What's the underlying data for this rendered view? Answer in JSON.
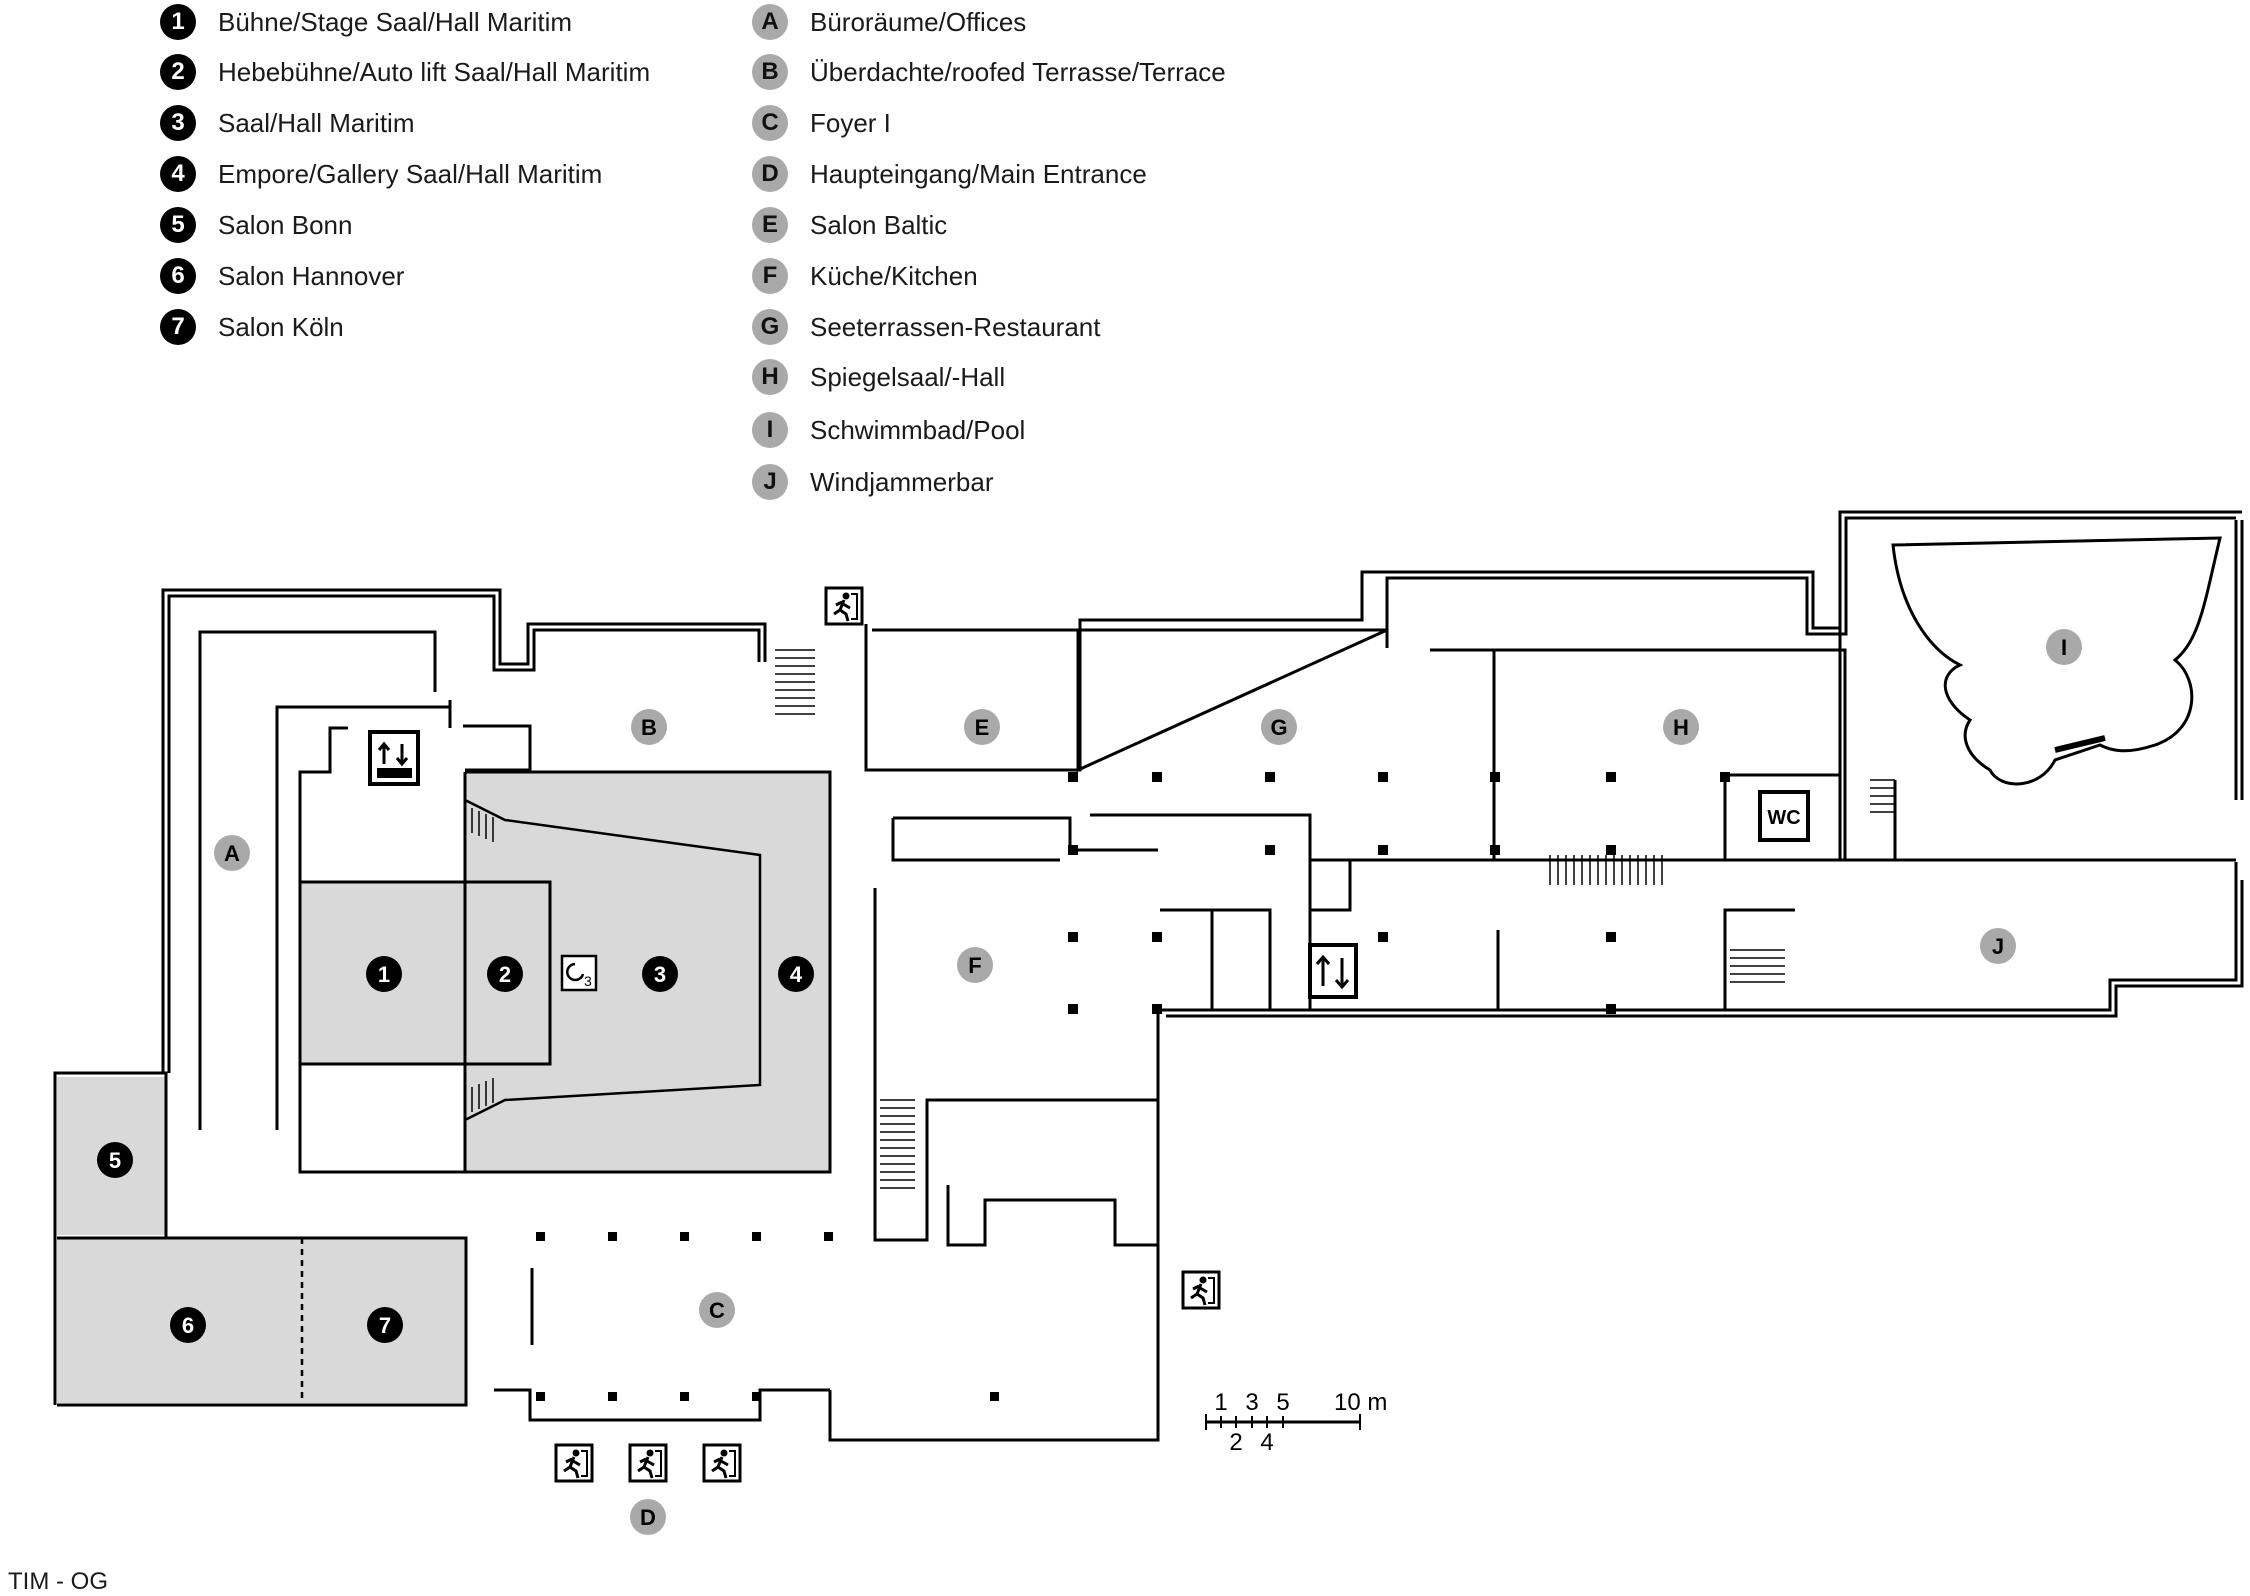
{
  "legend_numbered": [
    {
      "key": "1",
      "label": "Bühne/Stage Saal/Hall Maritim"
    },
    {
      "key": "2",
      "label": "Hebebühne/Auto lift Saal/Hall Maritim"
    },
    {
      "key": "3",
      "label": "Saal/Hall Maritim"
    },
    {
      "key": "4",
      "label": "Empore/Gallery Saal/Hall Maritim"
    },
    {
      "key": "5",
      "label": "Salon Bonn"
    },
    {
      "key": "6",
      "label": "Salon Hannover"
    },
    {
      "key": "7",
      "label": "Salon Köln"
    }
  ],
  "legend_lettered": [
    {
      "key": "A",
      "label": "Büroräume/Offices"
    },
    {
      "key": "B",
      "label": "Überdachte/roofed Terrasse/Terrace"
    },
    {
      "key": "C",
      "label": "Foyer I"
    },
    {
      "key": "D",
      "label": "Haupteingang/Main Entrance"
    },
    {
      "key": "E",
      "label": "Salon Baltic"
    },
    {
      "key": "F",
      "label": "Küche/Kitchen"
    },
    {
      "key": "G",
      "label": "Seeterrassen-Restaurant"
    },
    {
      "key": "H",
      "label": "Spiegelsaal/-Hall"
    },
    {
      "key": "I",
      "label": "Schwimmbad/Pool"
    },
    {
      "key": "J",
      "label": "Windjammerbar"
    }
  ],
  "scale_bar": {
    "top_labels": [
      "1",
      "3",
      "5",
      "10 m"
    ],
    "bottom_labels": [
      "2",
      "4"
    ]
  },
  "plan_markers": {
    "wc_label": "WC",
    "lift_seat_number": "3"
  },
  "icons": {
    "emergency_exit": "emergency-exit-icon",
    "elevator": "elevator-icon",
    "wheelchair_lift": "wheelchair-lift-icon",
    "wc": "wc-icon"
  },
  "colors": {
    "highlight_room": "#d9d9d9",
    "badge_dark": "#000000",
    "badge_grey": "#a9a9a9",
    "wall": "#000000"
  },
  "footer": {
    "plan_code": "TIM - OG"
  }
}
